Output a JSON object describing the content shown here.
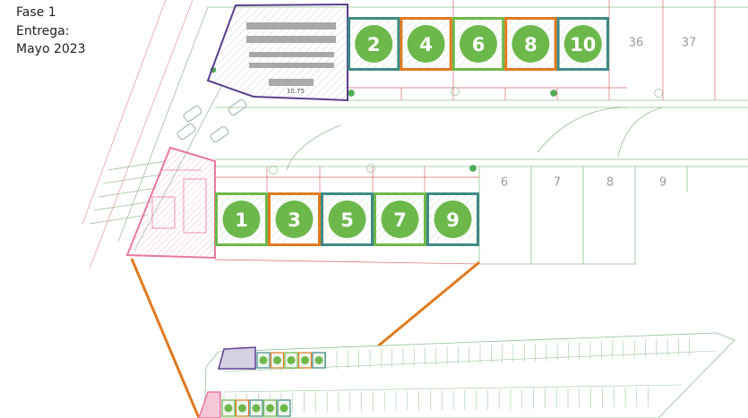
{
  "caption": {
    "phase": "Fase 1",
    "delivery_label": "Entrega:",
    "delivery_date": "Mayo 2023"
  },
  "colors": {
    "green": "#6db84b",
    "orange": "#e07a1f",
    "teal": "#3d8a86",
    "purple": "#5b3f8e",
    "pink": "#e8799f",
    "connector": "#e07a1f",
    "line": "#8fbf8f",
    "red_line": "#d96a6a"
  },
  "top_row": {
    "highlighted": [
      {
        "label": "2",
        "border": "teal"
      },
      {
        "label": "4",
        "border": "orange"
      },
      {
        "label": "6",
        "border": "green"
      },
      {
        "label": "8",
        "border": "orange"
      },
      {
        "label": "10",
        "border": "teal"
      }
    ],
    "plain": [
      "36",
      "37"
    ]
  },
  "bottom_row": {
    "highlighted": [
      {
        "label": "1",
        "border": "green"
      },
      {
        "label": "3",
        "border": "orange"
      },
      {
        "label": "5",
        "border": "teal"
      },
      {
        "label": "7",
        "border": "green"
      },
      {
        "label": "9",
        "border": "teal"
      }
    ],
    "plain": [
      "6",
      "7",
      "8",
      "9"
    ]
  },
  "clubhouse_label": "10.75"
}
